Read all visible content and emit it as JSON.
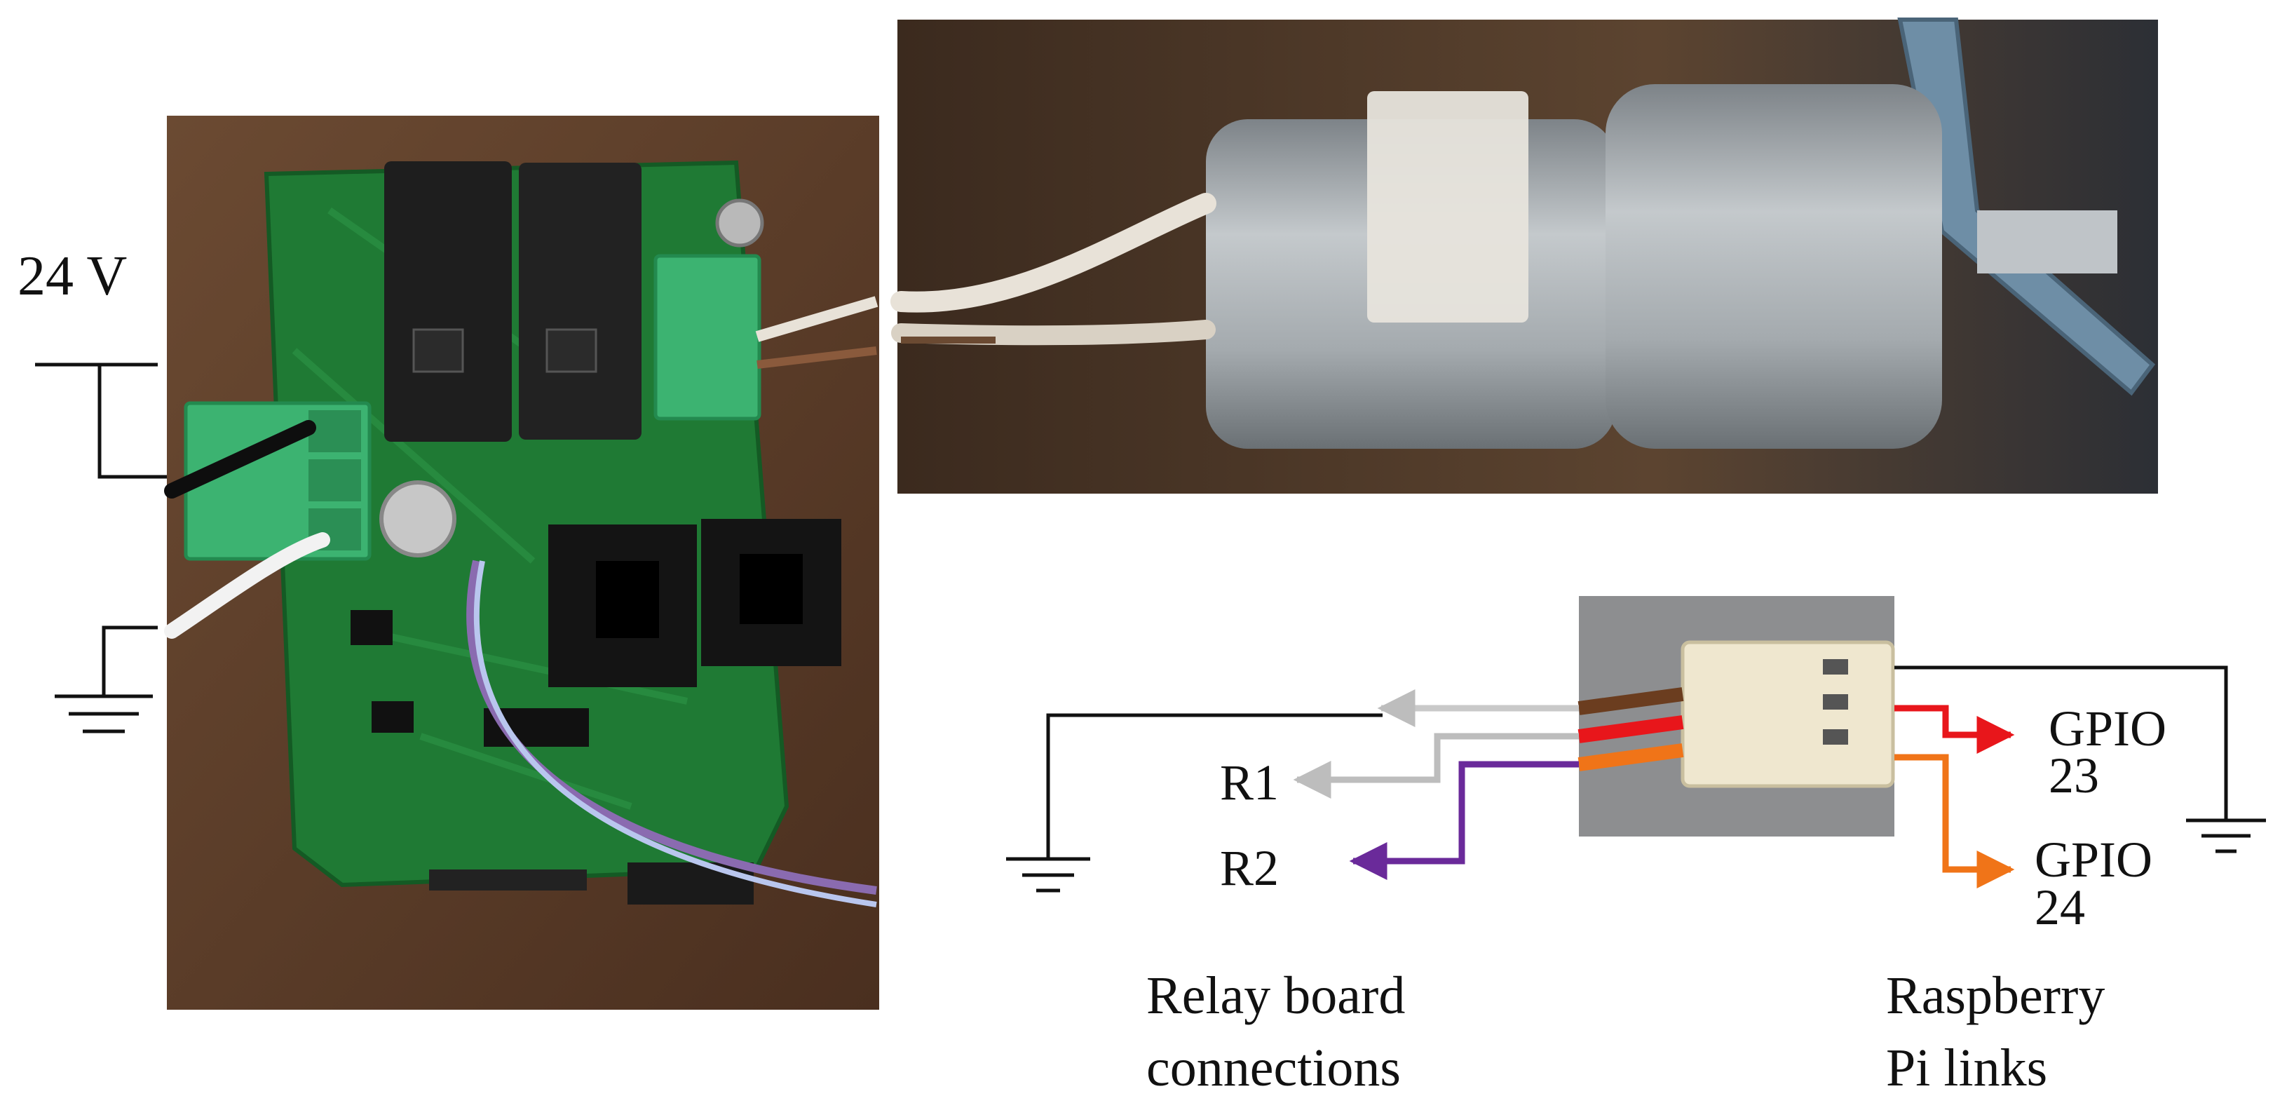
{
  "labels": {
    "voltage": "24 V",
    "r1": "R1",
    "r2": "R2",
    "gpio23_line1": "GPIO",
    "gpio23_line2": "23",
    "gpio24_line1": "GPIO",
    "gpio24_line2": "24",
    "relay_caption_line1": "Relay board",
    "relay_caption_line2": "connections",
    "pi_caption_line1": "Raspberry",
    "pi_caption_line2": "Pi links"
  },
  "colors": {
    "wire_black": "#111111",
    "wire_gray": "#bdbdbd",
    "wire_purple": "#6a2a9a",
    "wire_red": "#e8161b",
    "wire_orange": "#f07418",
    "pcb_green": "#1f7a34",
    "terminal_green": "#3cb371",
    "relay_black": "#1e1e1e",
    "table_wood": "#5a3a26",
    "motor_gray": "#9ea4a8"
  },
  "photos": {
    "relay_board": "relay-board-photo",
    "dc_motor": "dc-motor-photo",
    "connector": "three-pin-connector-photo"
  }
}
